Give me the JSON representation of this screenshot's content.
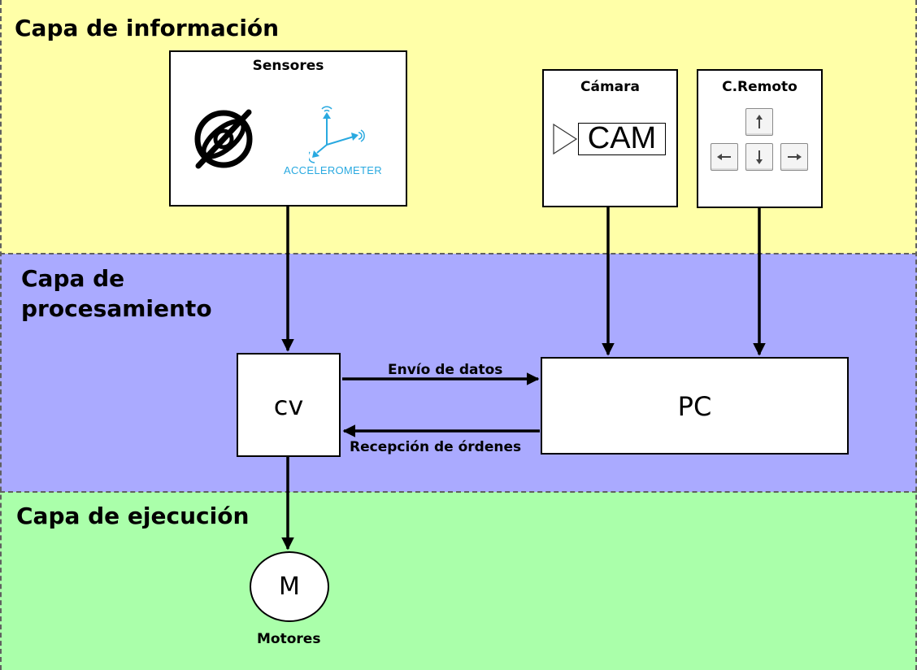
{
  "layers": {
    "info_title": "Capa de información",
    "proc_title_line1": "Capa de",
    "proc_title_line2": "procesamiento",
    "exec_title": "Capa de ejecución"
  },
  "sensors": {
    "title": "Sensores",
    "gyro_icon": "gyroscope-icon",
    "accel_icon": "accelerometer-icon",
    "accel_text": "ACCELEROMETER"
  },
  "camera": {
    "title": "Cámara",
    "label": "CAM"
  },
  "remote": {
    "title": "C.Remoto",
    "keys": [
      "arrow-up-key",
      "arrow-left-key",
      "arrow-down-key",
      "arrow-right-key"
    ]
  },
  "cv": {
    "label": "cv"
  },
  "pc": {
    "label": "PC"
  },
  "edges": {
    "send": "Envío de datos",
    "receive": "Recepción de órdenes"
  },
  "motor": {
    "symbol": "M",
    "caption": "Motores"
  },
  "colors": {
    "info_layer": "#ffffa8",
    "proc_layer": "#aaaaff",
    "exec_layer": "#aaffaa",
    "accent_blue": "#29a9e0"
  }
}
